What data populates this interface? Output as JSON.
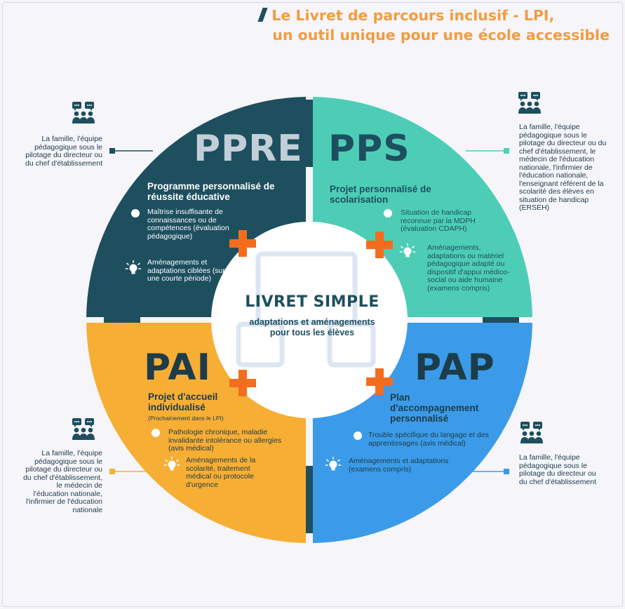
{
  "title": {
    "line1": "Le Livret de parcours inclusif - LPI,",
    "line2": "un outil unique pour une école accessible"
  },
  "center": {
    "title": "LIVRET SIMPLE",
    "subtitle": "adaptations et aménagements pour tous les élèves"
  },
  "ppre": {
    "acronym": "PPRE",
    "name": "Programme personnalisé de réussite éducative",
    "item1": "Maîtrise insuffisante de connaissances ou de compétences (évaluation pédagogique)",
    "item2": "Aménagements et adaptations ciblées (sur une courte période)",
    "side": "La famille, l'équipe pédagogique sous le pilotage du directeur ou du chef d'établissement"
  },
  "pps": {
    "acronym": "PPS",
    "name": "Projet personnalisé de scolarisation",
    "item1": "Situation de handicap reconnue par la MDPH (évaluation CDAPH)",
    "item2": "Aménagements, adaptations ou matériel pédagogique adapté ou dispositif d'appui médico-social ou aide humaine (examens compris)",
    "side": "La famille, l'équipe pédagogique sous le pilotage du directeur ou du chef d'établissement, le médecin de l'éducation nationale, l'infirmier de l'éducation nationale, l'enseignant référent de la scolarité des élèves en situation de handicap (ERSEH)"
  },
  "pai": {
    "acronym": "PAI",
    "name": "Projet d'accueil individualisé",
    "note": "(Prochainement dans le LPI)",
    "item1": "Pathologie chronique, maladie invalidante intolérance ou allergies (avis médical)",
    "item2": "Aménagements de la scolarité, traitement médical ou protocole d'urgence",
    "side": "La famille, l'équipe pédagogique sous le pilotage du directeur ou du chef d'établissement, le médecin de l'éducation nationale, l'infirmier de l'éducation nationale"
  },
  "pap": {
    "acronym": "PAP",
    "name": "Plan d'accompagnement personnalisé",
    "item1": "Trouble spécifique du langage et des apprentissages (avis médical)",
    "item2": "Aménagements et adaptations (examens compris)",
    "side": "La famille, l'équipe pédagogique sous le pilotage du directeur ou du chef d'établissement"
  },
  "colors": {
    "ppre": "#1d4f5f",
    "pps": "#4ecdb6",
    "pai": "#f7ae35",
    "pap": "#3b9be8",
    "plus": "#f46d1e",
    "title": "#f39c3f",
    "dark": "#1d3c4a"
  },
  "icons": [
    "people-speech-icon",
    "bullet-dot-icon",
    "lightbulb-icon",
    "plus-icon"
  ]
}
